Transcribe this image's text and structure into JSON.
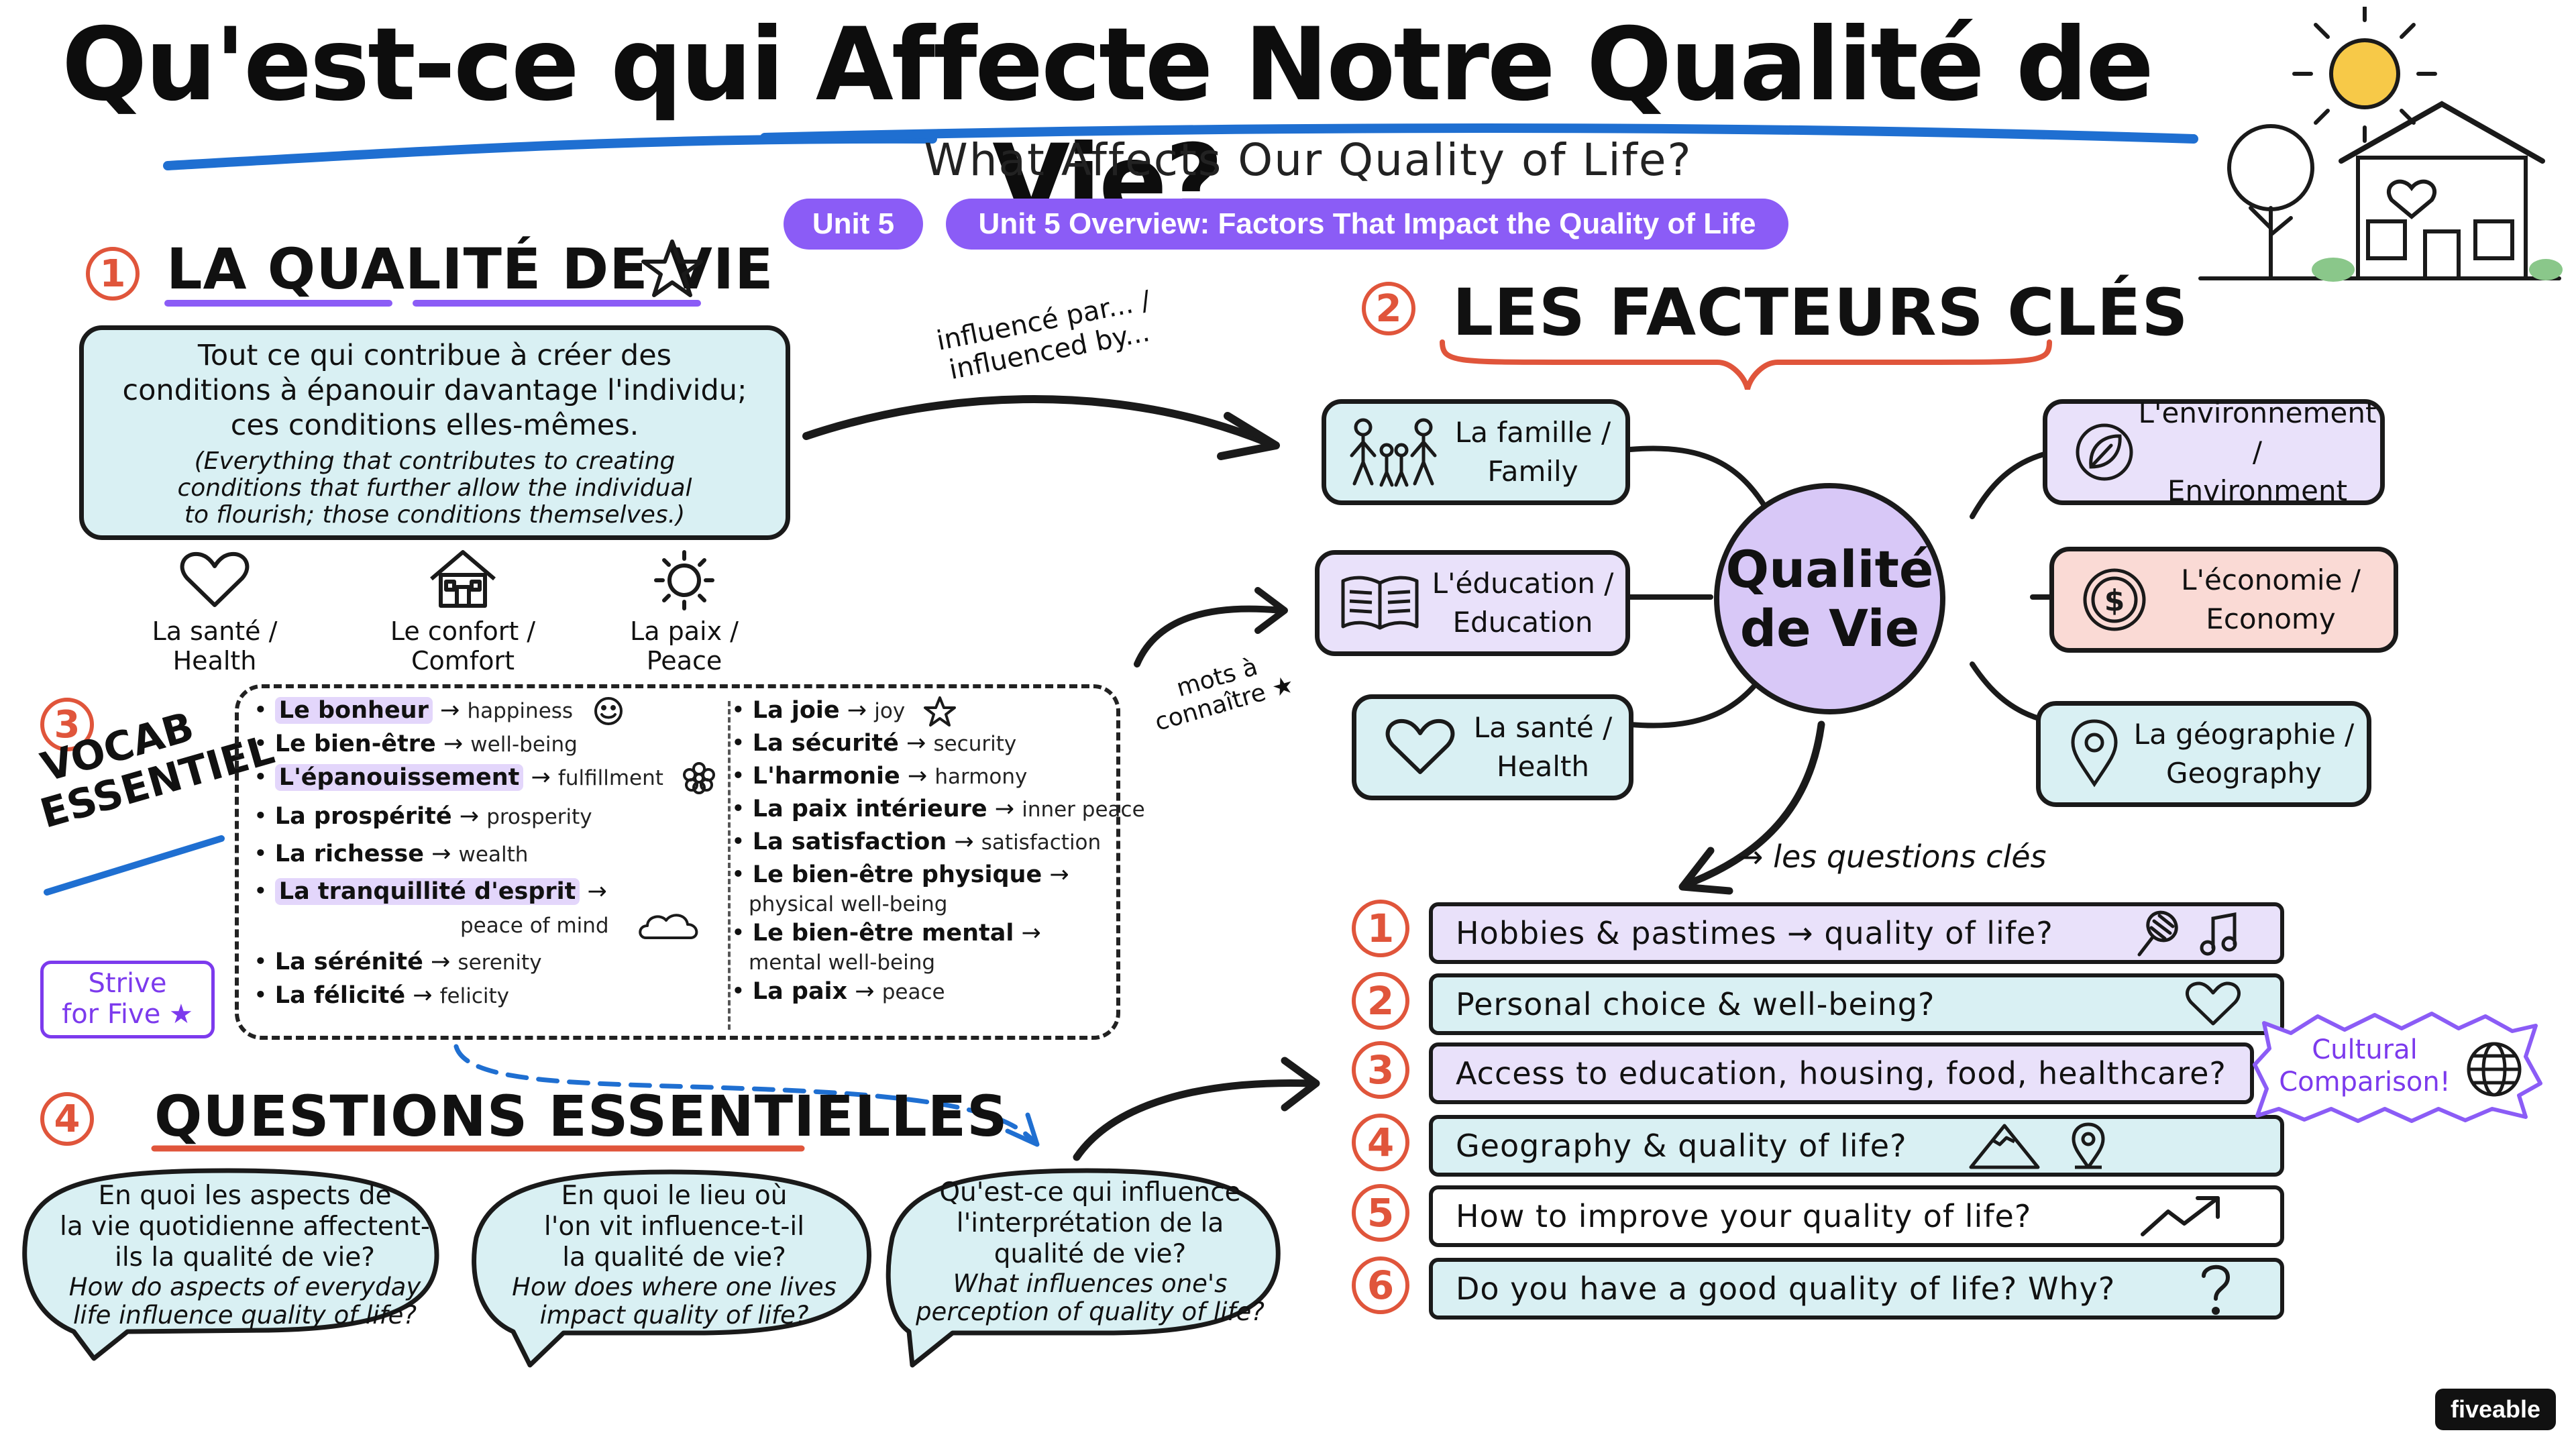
{
  "title": "Qu'est-ce qui Affecte Notre Qualité de Vie?",
  "subtitle": "What Affects Our Quality of Life?",
  "unit_label": "Unit 5",
  "unit_overview": "Unit 5 Overview: Factors That Impact the Quality of Life",
  "section1": {
    "number": "1",
    "title": "LA QUALITÉ DE VIE",
    "definition_fr": [
      "Tout ce qui contribue à créer des",
      "conditions à épanouir davantage l'individu;",
      "ces conditions elles-mêmes."
    ],
    "definition_en": [
      "(Everything that contributes to creating",
      "conditions that further allow the individual",
      "to flourish; those conditions themselves.)"
    ],
    "icons": [
      {
        "line1": "La santé /",
        "line2": "Health",
        "icon": "heart-icon"
      },
      {
        "line1": "Le confort /",
        "line2": "Comfort",
        "icon": "house-icon"
      },
      {
        "line1": "La paix /",
        "line2": "Peace",
        "icon": "sun-icon"
      }
    ]
  },
  "arrow_label": [
    "influencé par... /",
    "influenced by..."
  ],
  "section2": {
    "number": "2",
    "title": "LES FACTEURS CLÉS",
    "center": [
      "Qualité",
      "de Vie"
    ],
    "factors": [
      {
        "line1": "La famille /",
        "line2": "Family",
        "icon": "family-icon",
        "color": "#d9f0f3"
      },
      {
        "line1": "L'éducation /",
        "line2": "Education",
        "icon": "book-icon",
        "color": "#e9e1fa"
      },
      {
        "line1": "La santé /",
        "line2": "Health",
        "icon": "heart-icon",
        "color": "#d9f0f3"
      },
      {
        "line1": "L'environnement /",
        "line2": "Environment",
        "icon": "leaf-icon",
        "color": "#e9e1fa"
      },
      {
        "line1": "L'économie /",
        "line2": "Economy",
        "icon": "coin-icon",
        "color": "#fadad5"
      },
      {
        "line1": "La géographie /",
        "line2": "Geography",
        "icon": "location-pin-icon",
        "color": "#d9f0f3"
      }
    ]
  },
  "section3": {
    "number": "3",
    "title_line1": "VOCAB",
    "title_line2": "ESSENTIEL",
    "side_label": [
      "mots à",
      "connaître ★"
    ],
    "strive": [
      "Strive",
      "for Five ★"
    ],
    "vocab_left": [
      {
        "fr": "Le bonheur",
        "en": "happiness",
        "hl": true
      },
      {
        "fr": "Le bien-être",
        "en": "well-being",
        "hl": false
      },
      {
        "fr": "L'épanouissement",
        "en": "fulfillment",
        "hl": true
      },
      {
        "fr": "La prospérité",
        "en": "prosperity",
        "hl": false
      },
      {
        "fr": "La richesse",
        "en": "wealth",
        "hl": false
      },
      {
        "fr": "La tranquillité d'esprit",
        "en": "peace of mind",
        "hl": true
      },
      {
        "fr": "La sérénité",
        "en": "serenity",
        "hl": false
      },
      {
        "fr": "La félicité",
        "en": "felicity",
        "hl": false
      }
    ],
    "vocab_right": [
      {
        "fr": "La joie",
        "en": "joy"
      },
      {
        "fr": "La sécurité",
        "en": "security"
      },
      {
        "fr": "L'harmonie",
        "en": "harmony"
      },
      {
        "fr": "La paix intérieure",
        "en": "inner peace"
      },
      {
        "fr": "La satisfaction",
        "en": "satisfaction"
      },
      {
        "fr": "Le bien-être physique",
        "en": "physical well-being"
      },
      {
        "fr": "Le bien-être mental",
        "en": "mental well-being"
      },
      {
        "fr": "La paix",
        "en": "peace"
      }
    ]
  },
  "section4": {
    "number": "4",
    "title": "QUESTIONS ESSENTIELLES",
    "bubbles": [
      {
        "fr": [
          "En quoi les aspects de",
          "la vie quotidienne affectent-",
          "ils la qualité de vie?"
        ],
        "en": [
          "How do aspects of everyday",
          "life influence quality of life?"
        ]
      },
      {
        "fr": [
          "En quoi le lieu où",
          "l'on vit influence-t-il",
          "la qualité de vie?"
        ],
        "en": [
          "How does where one lives",
          "impact quality of life?"
        ]
      },
      {
        "fr": [
          "Qu'est-ce qui influence",
          "l'interprétation de la",
          "qualité de vie?"
        ],
        "en": [
          "What influences one's",
          "perception of quality of life?"
        ]
      }
    ]
  },
  "questions_label": "→ les questions clés",
  "key_questions": [
    {
      "num": "1",
      "text": "Hobbies & pastimes → quality of life?",
      "color": "#e9e1fa"
    },
    {
      "num": "2",
      "text": "Personal choice & well-being?",
      "color": "#d9f0f3"
    },
    {
      "num": "3",
      "text": "Access to education, housing, food, healthcare?",
      "color": "#e9e1fa"
    },
    {
      "num": "4",
      "text": "Geography & quality of life?",
      "color": "#d9f0f3"
    },
    {
      "num": "5",
      "text": "How to improve your quality of life?",
      "color": "#ffffff"
    },
    {
      "num": "6",
      "text": "Do you have a good quality of life? Why?",
      "color": "#d9f0f3"
    }
  ],
  "cultural": [
    "Cultural",
    "Comparison!"
  ],
  "brand": "fiveable",
  "colors": {
    "purple": "#8b5cf6",
    "orange": "#e0553b",
    "blue": "#1f6fd1",
    "teal_fill": "#d9f0f3",
    "lavender_fill": "#e9e1fa"
  }
}
